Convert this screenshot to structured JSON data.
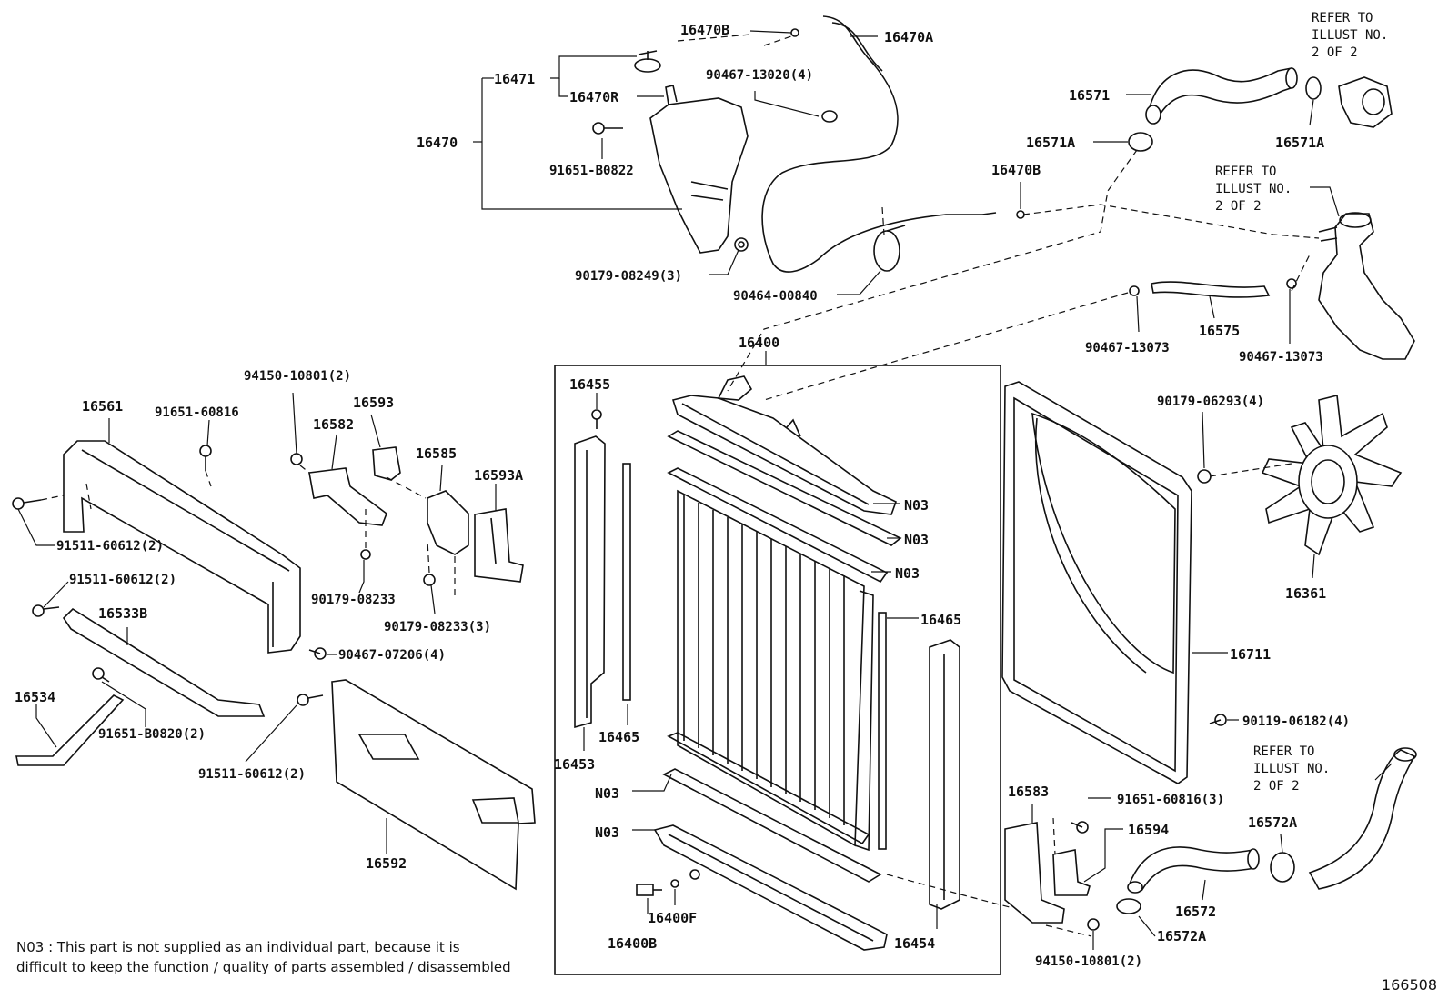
{
  "labels": {
    "p16470B_top": "16470B",
    "p16470A": "16470A",
    "p16471": "16471",
    "p16470R": "16470R",
    "p16470": "16470",
    "p90467_13020": "90467-13020(4)",
    "p91651_B0822": "91651-B0822",
    "p90179_08249": "90179-08249(3)",
    "p90464_00840": "90464-00840",
    "p16470B_mid": "16470B",
    "p16571": "16571",
    "p16571A_left": "16571A",
    "p16571A_right": "16571A",
    "p16575": "16575",
    "p90467_13073_a": "90467-13073",
    "p90467_13073_b": "90467-13073",
    "p16400": "16400",
    "p16455": "16455",
    "p16561": "16561",
    "p91651_60816": "91651-60816",
    "p94150_10801_top": "94150-10801(2)",
    "p16593": "16593",
    "p16582": "16582",
    "p16585": "16585",
    "p16593A": "16593A",
    "p91511_60612_a": "91511-60612(2)",
    "p91511_60612_b": "91511-60612(2)",
    "p16533B": "16533B",
    "p90179_08233": "90179-08233",
    "p90179_08233_3": "90179-08233(3)",
    "p90467_07206": "90467-07206(4)",
    "p16534": "16534",
    "p91651_B0820": "91651-B0820(2)",
    "p91511_60612_c": "91511-60612(2)",
    "p16592": "16592",
    "pN03_1": "N03",
    "pN03_2": "N03",
    "pN03_3": "N03",
    "pN03_4": "N03",
    "pN03_5": "N03",
    "p16465_a": "16465",
    "p16465_b": "16465",
    "p16453": "16453",
    "p16400F": "16400F",
    "p16400B": "16400B",
    "p16454": "16454",
    "p90179_06293": "90179-06293(4)",
    "p16361": "16361",
    "p16711": "16711",
    "p90119_06182": "90119-06182(4)",
    "p16583": "16583",
    "p91651_60816_3": "91651-60816(3)",
    "p16594": "16594",
    "p16572A_top": "16572A",
    "p16572": "16572",
    "p16572A_bottom": "16572A",
    "p94150_10801_bottom": "94150-10801(2)"
  },
  "refer_notes": {
    "top_right": [
      "REFER TO",
      "ILLUST NO.",
      "2 OF 2"
    ],
    "mid_right": [
      "REFER TO",
      "ILLUST NO.",
      "2 OF 2"
    ],
    "bottom_right": [
      "REFER TO",
      "ILLUST NO.",
      "2 OF 2"
    ]
  },
  "footnote": {
    "line1": "N03 : This part is not supplied as an individual part, because it is",
    "line2": "difficult to keep the function / quality of parts assembled / disassembled"
  },
  "illustration_number": "166508"
}
